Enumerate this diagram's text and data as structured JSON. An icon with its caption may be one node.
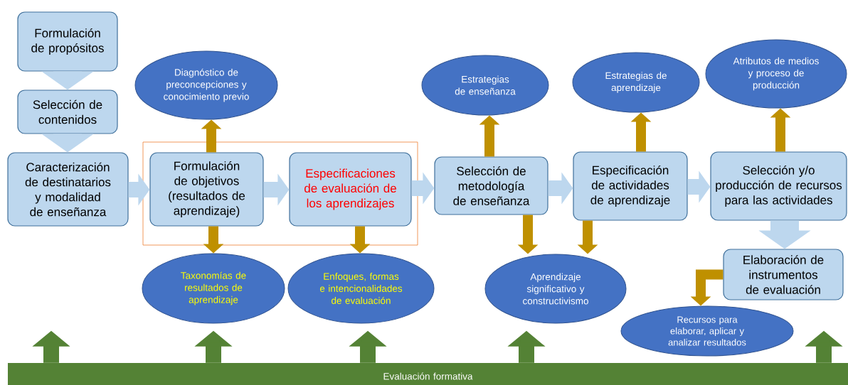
{
  "diagram": {
    "nodes": [
      {
        "text": [
          "Formulación de propósitos"
        ]
      },
      {
        "text": [
          "Selección de contenidos"
        ]
      },
      {
        "text": [
          "Caracterización de destinatarios y modalidad de enseñanza"
        ]
      },
      {
        "text": [
          "Diagnóstico de preconcepciones y conocimiento previo"
        ]
      },
      {
        "text": [],
        "shape": "box"
      },
      {
        "text": [
          "Formulación de objetivos (resultados de aprendizaje)"
        ],
        "in": 4
      },
      {
        "text": [
          "Especificaciones de evaluación de los aprendizajes"
        ],
        "in": 4
      },
      {
        "text": [
          "Taxonomías de resultados de aprendizaje"
        ]
      },
      {
        "text": [
          "Enfoques, formas e intencionalidades de evaluación"
        ]
      },
      {
        "text": [
          "Estrategias de enseñanza"
        ]
      },
      {
        "text": [
          "Selección de metodología de enseñanza"
        ]
      },
      {
        "text": [
          "Aprendizaje significativo y constructivismo"
        ]
      },
      {
        "text": [
          "Estrategias de aprendizaje"
        ]
      },
      {
        "text": [
          "Especificación de actividades de aprendizaje"
        ]
      },
      {
        "text": [
          "Atributos de medios y proceso de producción"
        ]
      },
      {
        "text": [
          "Selección y/o producción de recursos para las actividades"
        ]
      },
      {
        "text": [
          "Elaboración de instrumentos de evaluación"
        ]
      },
      {
        "text": [
          "Recursos para elaborar, aplicar y analizar resultados"
        ]
      },
      {
        "text": [
          "Evaluación formativa"
        ]
      }
    ],
    "edges": [
      {
        "from": 0,
        "to": 1,
        "arrow": "to",
        "color": "#bdd7ee",
        "style": "thick"
      },
      {
        "from": 1,
        "to": 2,
        "arrow": "to",
        "color": "#bdd7ee",
        "style": "thick"
      },
      {
        "from": 2,
        "to": 5,
        "arrow": "to",
        "color": "#bdd7ee"
      },
      {
        "from": 5,
        "to": 6,
        "arrow": "to",
        "color": "#bdd7ee"
      },
      {
        "from": 6,
        "to": 10,
        "arrow": "to",
        "color": "#bdd7ee"
      },
      {
        "from": 10,
        "to": 13,
        "arrow": "to",
        "color": "#bdd7ee"
      },
      {
        "from": 13,
        "to": 15,
        "arrow": "to",
        "color": "#bdd7ee"
      },
      {
        "from": 15,
        "to": 16,
        "arrow": "to",
        "color": "#bdd7ee",
        "style": "thick"
      },
      {
        "from": 5,
        "to": 3,
        "arrow": "to"
      },
      {
        "from": 5,
        "to": 7,
        "arrow": "to"
      },
      {
        "from": 6,
        "to": 8,
        "arrow": "to"
      },
      {
        "from": 10,
        "to": 9,
        "arrow": "to"
      },
      {
        "from": 10,
        "to": 11,
        "arrow": "to"
      },
      {
        "from": 13,
        "to": 12,
        "arrow": "to"
      },
      {
        "from": 13,
        "to": 11,
        "arrow": "to"
      },
      {
        "from": 15,
        "to": 14,
        "arrow": "to"
      },
      {
        "from": 16,
        "to": 17,
        "arrow": "to"
      },
      {
        "from": 18,
        "to": null,
        "arrow": "to",
        "color": "#548235"
      },
      {
        "from": 18,
        "to": null,
        "arrow": "to",
        "color": "#548235"
      },
      {
        "from": 18,
        "to": null,
        "arrow": "to",
        "color": "#548235"
      },
      {
        "from": 18,
        "to": null,
        "arrow": "to",
        "color": "#548235"
      },
      {
        "from": 18,
        "to": null,
        "arrow": "to",
        "color": "#548235"
      }
    ]
  }
}
